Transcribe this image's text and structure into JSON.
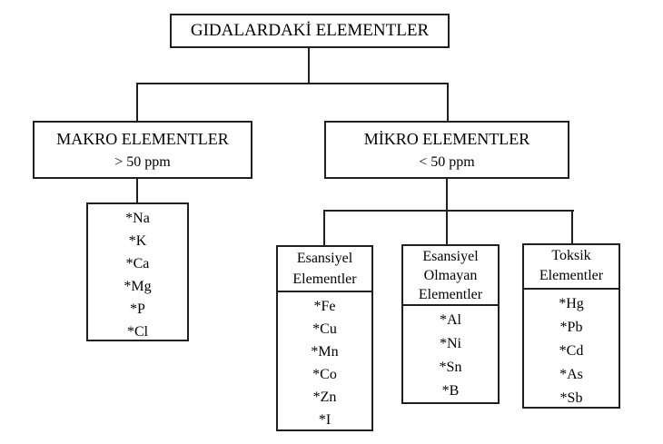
{
  "chart": {
    "root": {
      "label": "GIDALARDAKİ ELEMENTLER"
    },
    "makro": {
      "title": "MAKRO ELEMENTLER",
      "subtitle": "> 50 ppm",
      "items": [
        "*Na",
        "*K",
        "*Ca",
        "*Mg",
        "*P",
        "*Cl"
      ]
    },
    "mikro": {
      "title": "MİKRO ELEMENTLER",
      "subtitle": "< 50 ppm",
      "groups": [
        {
          "header": [
            "Esansiyel",
            "Elementler"
          ],
          "items": [
            "*Fe",
            "*Cu",
            "*Mn",
            "*Co",
            "*Zn",
            "*I"
          ]
        },
        {
          "header": [
            "Esansiyel",
            "Olmayan",
            "Elementler"
          ],
          "items": [
            "*Al",
            "*Ni",
            "*Sn",
            "*B"
          ]
        },
        {
          "header": [
            "Toksik",
            "Elementler"
          ],
          "items": [
            "*Hg",
            "*Pb",
            "*Cd",
            "*As",
            "*Sb"
          ]
        }
      ]
    },
    "colors": {
      "line": "#1f1f1f",
      "background": "#ffffff",
      "text": "#000000"
    }
  }
}
